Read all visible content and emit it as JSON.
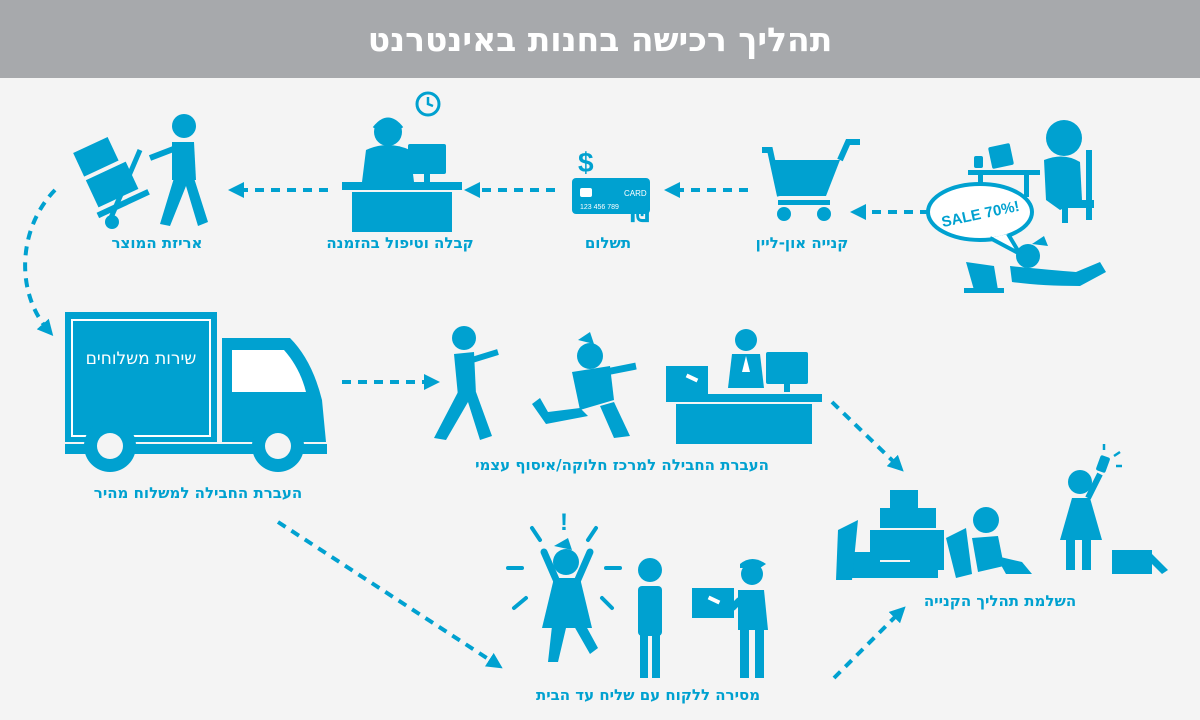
{
  "title": "תהליך רכישה בחנות באינטרנט",
  "colors": {
    "accent": "#00a1d0",
    "header_bg": "#a7a9ac",
    "background": "#f4f4f4",
    "white": "#ffffff"
  },
  "steps": {
    "online_purchase": "קנייה און-ליין",
    "payment": "תשלום",
    "order_handling": "קבלה וטיפול בהזמנה",
    "packing": "אריזת המוצר",
    "courier_transfer": "העברת החבילה למשלוח מהיר",
    "distribution_center": "העברת החבילה למרכז חלוקה/איסוף עצמי",
    "home_delivery": "מסירה ללקוח עם שליח עד הבית",
    "completion": "השלמת תהליך הקנייה"
  },
  "truck_sign": "שירות משלוחים",
  "sale_bubble": "SALE 70%!",
  "card": {
    "label": "CARD",
    "number": "123 456 789"
  },
  "currency_dollar": "$",
  "currency_shekel": "₪",
  "exclaim": "!"
}
